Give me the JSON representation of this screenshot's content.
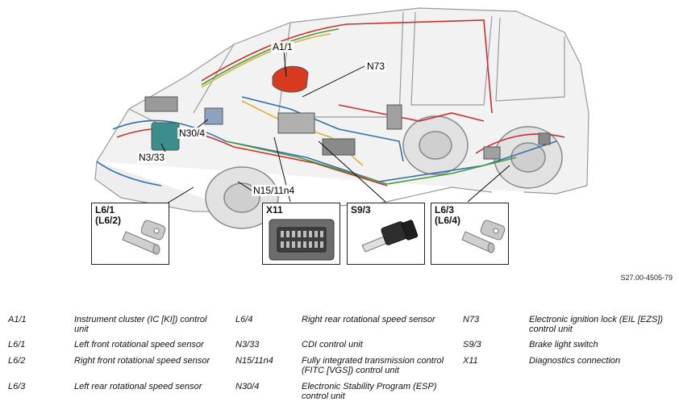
{
  "callouts": {
    "a1_1": "A1/1",
    "n73": "N73",
    "n30_4": "N30/4",
    "n3_33": "N3/33",
    "n15_11n4": "N15/11n4"
  },
  "insets": {
    "l6_1": "L6/1\n(L6/2)",
    "x11": "X11",
    "s9_3": "S9/3",
    "l6_3": "L6/3\n(L6/4)"
  },
  "figure_code": "S27.00-4505-79",
  "legend": [
    {
      "code": "A1/1",
      "desc": "Instrument cluster (IC [KI]) control unit"
    },
    {
      "code": "L6/1",
      "desc": "Left front rotational speed sensor"
    },
    {
      "code": "L6/2",
      "desc": "Right front rotational speed sensor"
    },
    {
      "code": "L6/3",
      "desc": "Left rear rotational speed sensor"
    },
    {
      "code": "L6/4",
      "desc": "Right rear rotational speed sensor"
    },
    {
      "code": "N3/33",
      "desc": "CDI control unit"
    },
    {
      "code": "N15/11n4",
      "desc": "Fully integrated transmission control (FITC [VGS]) control unit"
    },
    {
      "code": "N30/4",
      "desc": "Electronic Stability Program (ESP) control unit"
    },
    {
      "code": "N73",
      "desc": "Electronic ignition lock (EIL [EZS]) control unit"
    },
    {
      "code": "S9/3",
      "desc": "Brake light switch"
    },
    {
      "code": "X11",
      "desc": "Diagnostics connection"
    }
  ],
  "colors": {
    "wire_red": "#c8312b",
    "wire_blue": "#2f6fb0",
    "wire_green": "#4d9a3c",
    "wire_yellow": "#d8b23a",
    "module_red": "#d83a1f",
    "module_teal": "#3a8f8c"
  }
}
